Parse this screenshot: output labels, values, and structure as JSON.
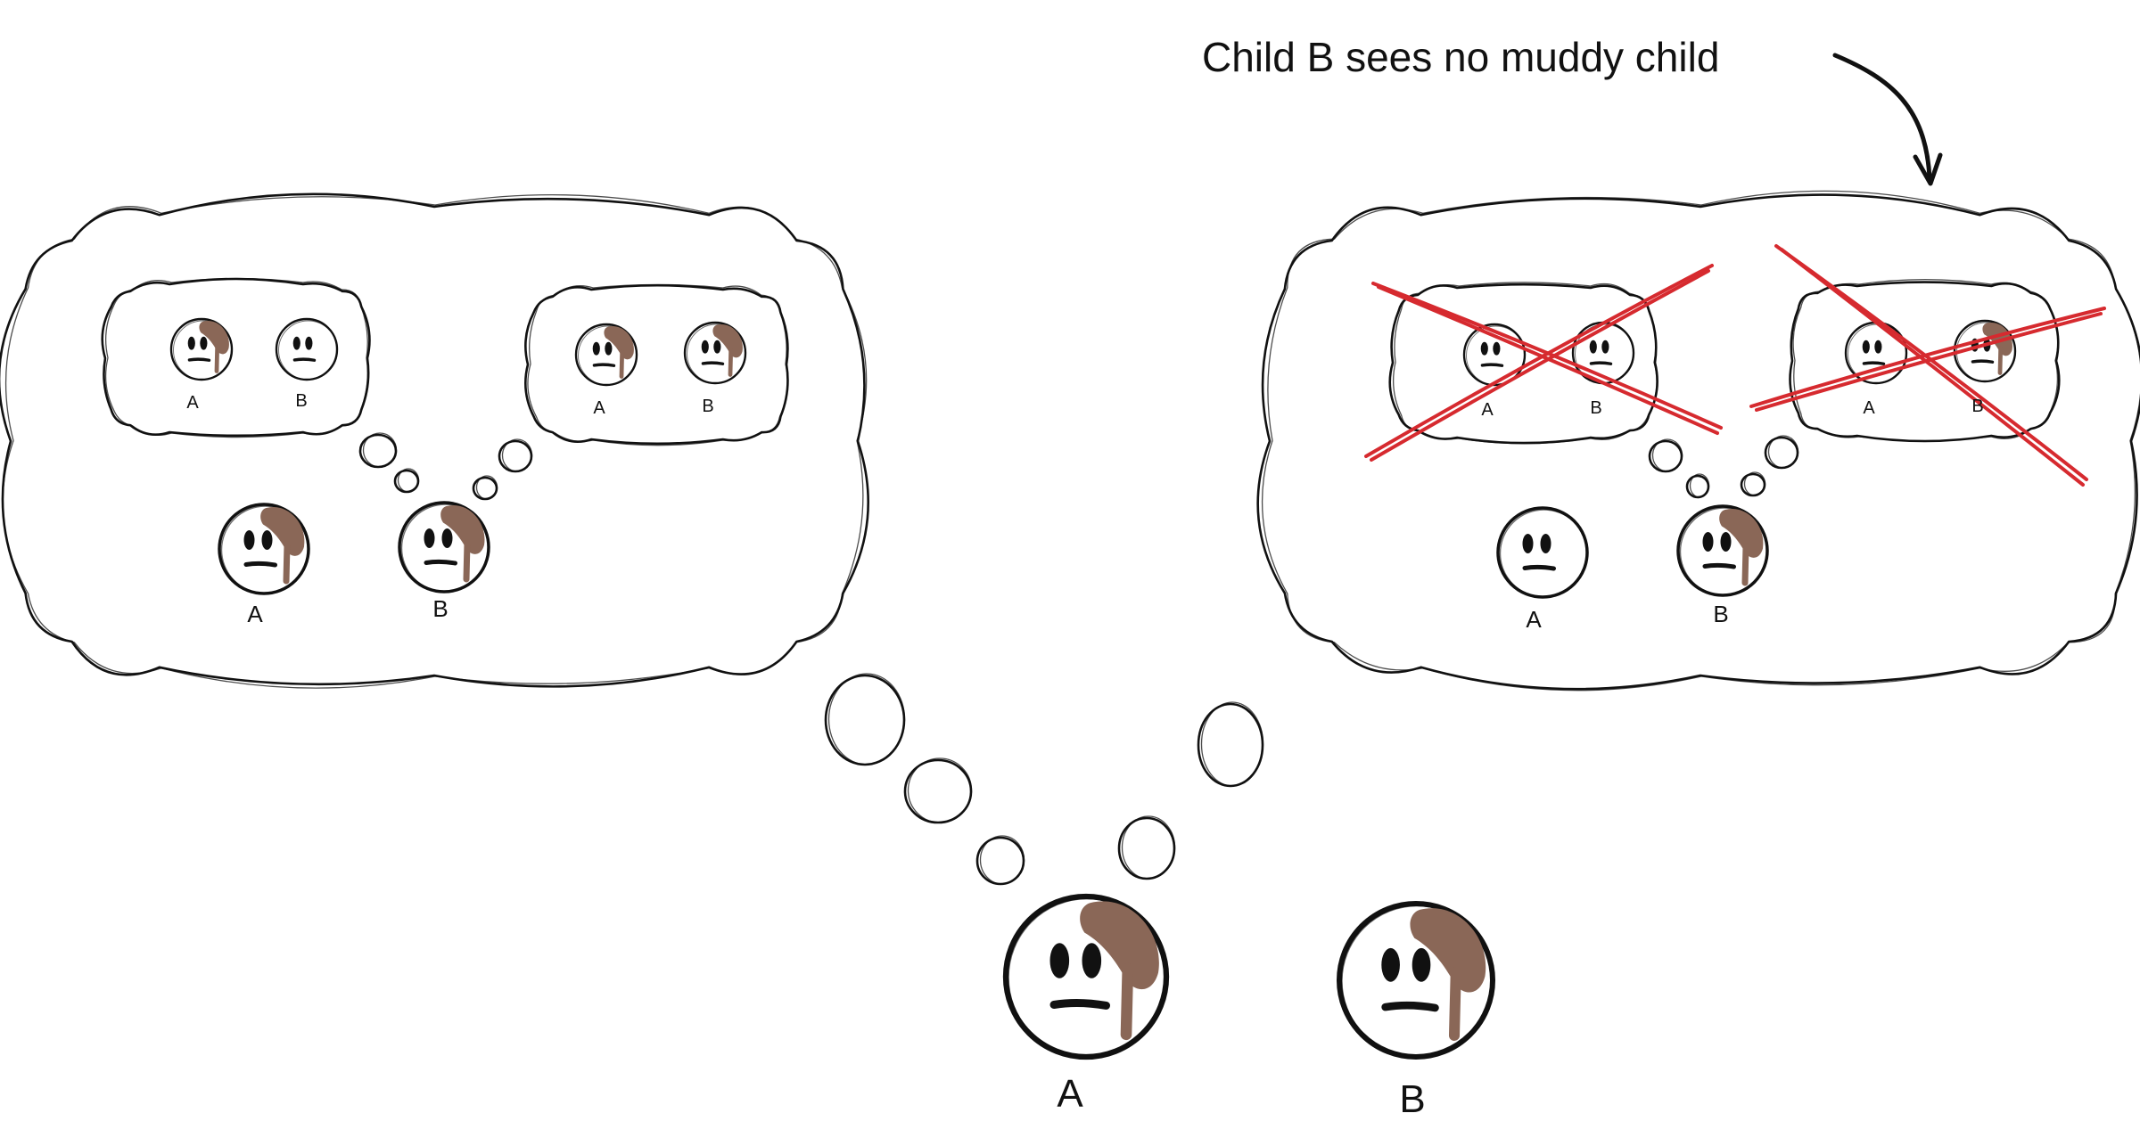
{
  "annotation": {
    "text": "Child B sees no muddy child"
  },
  "children": [
    {
      "label": "A",
      "muddy": true
    },
    {
      "label": "B",
      "muddy": true
    }
  ],
  "left_thought": {
    "owner": "A",
    "faces": [
      {
        "label": "A",
        "muddy": true
      },
      {
        "label": "B",
        "muddy": true
      }
    ],
    "nested": [
      {
        "owner": "B",
        "faces": [
          {
            "label": "A",
            "muddy": true
          },
          {
            "label": "B",
            "muddy": false
          }
        ]
      },
      {
        "owner": "B",
        "faces": [
          {
            "label": "A",
            "muddy": true
          },
          {
            "label": "B",
            "muddy": true
          }
        ]
      }
    ]
  },
  "right_thought": {
    "owner": "A",
    "faces": [
      {
        "label": "A",
        "muddy": false
      },
      {
        "label": "B",
        "muddy": true
      }
    ],
    "nested": [
      {
        "owner": "B",
        "crossed_out": true,
        "faces": [
          {
            "label": "A",
            "muddy": false
          },
          {
            "label": "B",
            "muddy": false
          }
        ]
      },
      {
        "owner": "B",
        "crossed_out": true,
        "faces": [
          {
            "label": "A",
            "muddy": false
          },
          {
            "label": "B",
            "muddy": true
          }
        ]
      }
    ]
  },
  "colors": {
    "ink": "#111111",
    "mud": "#8a6757",
    "cross_out": "#d62a2f",
    "background": "#ffffff"
  }
}
